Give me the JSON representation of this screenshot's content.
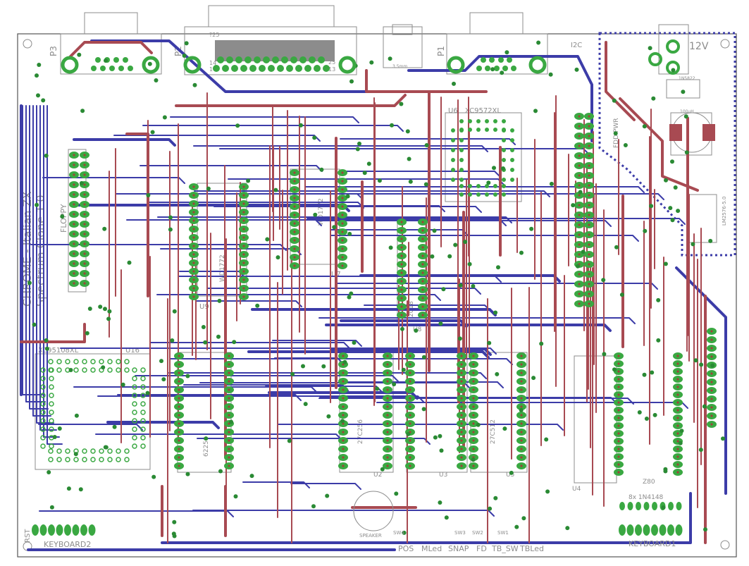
{
  "board": {
    "title_line1": "CHROME - Italian ZX",
    "title_line2": "Spectrum Clone 1.0",
    "layers": {
      "top_color": "#a84a52",
      "bottom_color": "#3c3ca8",
      "pad_color": "#3aa842",
      "via_color": "#2a8a34",
      "silk_color": "#8c8c8c"
    }
  },
  "connectors": {
    "p3": "P3",
    "p2": "P2",
    "p1": "P1",
    "db25_name": "?25",
    "db25_pin1": "1",
    "db25_pin13": "13",
    "db25_pin14": "14",
    "db25_pin25": "25",
    "i2c": "I2C",
    "floppy": "FLOPPY",
    "fdd_pwr": "FDD PWR",
    "power_12v": "12V",
    "keyboard1": "KEYBOARD1",
    "keyboard2": "KEYBOARD2",
    "rst": "RST",
    "speaker": "SPEAKER",
    "jack": "3.5mm"
  },
  "chips": {
    "u6": "U6",
    "u6_part": "XC9572XL",
    "u16_part": "XC95108XL",
    "u16": "U16",
    "u7": "U7",
    "u7_part": "WD1772",
    "u9": "U9",
    "u9_part": "WD1772",
    "u2": "U2",
    "u3": "U3",
    "u4": "U4",
    "u5": "U5",
    "u8": "U8",
    "mem1": "62256",
    "mem2": "27C256",
    "mem3": "27C512",
    "cpu": "Z80",
    "ic_2018": "2018",
    "u4_label": "U4",
    "diodes": "8x 1N4148",
    "regulator": "LM2576-5.0",
    "diode_main": "1N5822",
    "inductor": "100uH"
  },
  "switches": {
    "sw1": "SW1",
    "sw2": "SW2",
    "sw3": "SW3",
    "sw4": "SW4",
    "pos": "POS",
    "mled": "MLed",
    "snap": "SNAP",
    "f_label": "FD",
    "tb_sw": "TB_SW",
    "tbled": "TBLed"
  }
}
